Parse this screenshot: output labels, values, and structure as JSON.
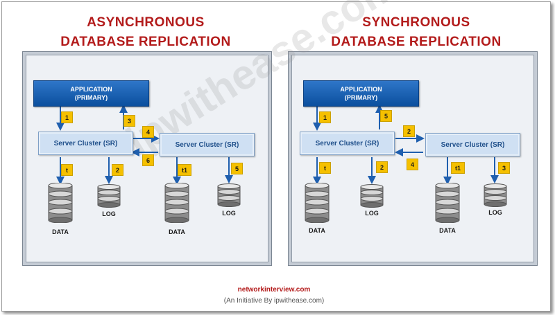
{
  "left": {
    "title_line1": "ASYNCHRONOUS",
    "title_line2": "DATABASE REPLICATION",
    "app_line1": "APPLICATION",
    "app_line2": "(PRIMARY)",
    "sr_primary": "Server Cluster (SR)",
    "sr_secondary": "Server Cluster (SR)",
    "steps": {
      "a": "1",
      "b": "3",
      "c": "4",
      "d": "6",
      "e": "t",
      "f": "2",
      "g": "t1",
      "h": "5"
    },
    "data_label": "DATA",
    "log_label": "LOG",
    "data2_label": "DATA",
    "log2_label": "LOG"
  },
  "right": {
    "title_line1": "SYNCHRONOUS",
    "title_line2": "DATABASE REPLICATION",
    "app_line1": "APPLICATION",
    "app_line2": "(PRIMARY)",
    "sr_primary": "Server Cluster (SR)",
    "sr_secondary": "Server Cluster (SR)",
    "steps": {
      "a": "1",
      "b": "5",
      "c": "2",
      "d": "4",
      "e": "t",
      "f": "2",
      "g": "t1",
      "h": "3"
    },
    "data_label": "DATA",
    "log_label": "LOG",
    "data2_label": "DATA",
    "log2_label": "LOG"
  },
  "footer": {
    "site": "networkinterview.com",
    "initiative": "(An Initiative By ipwithease.com)"
  },
  "watermark": "ipwithease.com",
  "colors": {
    "title": "#b31b1b",
    "app_box": "#0b4f9e",
    "server_box": "#cfe0f3",
    "badge": "#f5c000",
    "arrow": "#1f5fae"
  }
}
